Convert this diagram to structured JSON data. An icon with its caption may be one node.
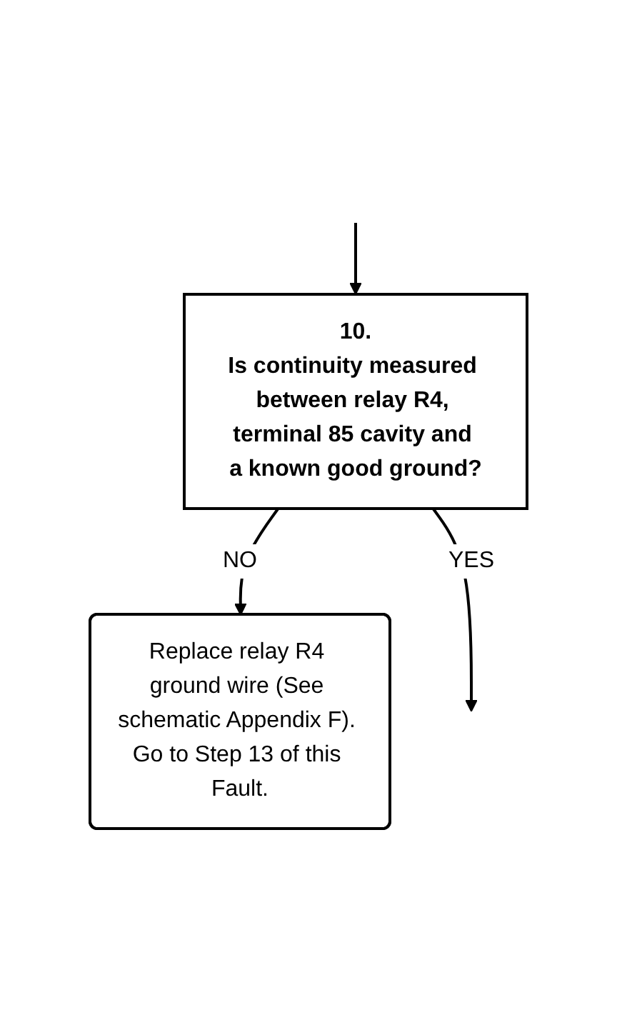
{
  "diagram": {
    "nodes": [
      {
        "text": [
          "10.",
          "Is continuity measured between relay R4, terminal 85 cavity and a known good ground?"
        ]
      },
      {
        "text": [
          "Replace relay R4 ground wire (See schematic Appendix F). Go to Step 13 of this Fault."
        ]
      }
    ],
    "edges": [
      {
        "from": null,
        "to": 0,
        "arrow": "to"
      },
      {
        "from": 0,
        "to": 1,
        "label": "NO",
        "arrow": "to"
      },
      {
        "from": 0,
        "to": null,
        "label": "YES",
        "arrow": "to"
      }
    ]
  }
}
